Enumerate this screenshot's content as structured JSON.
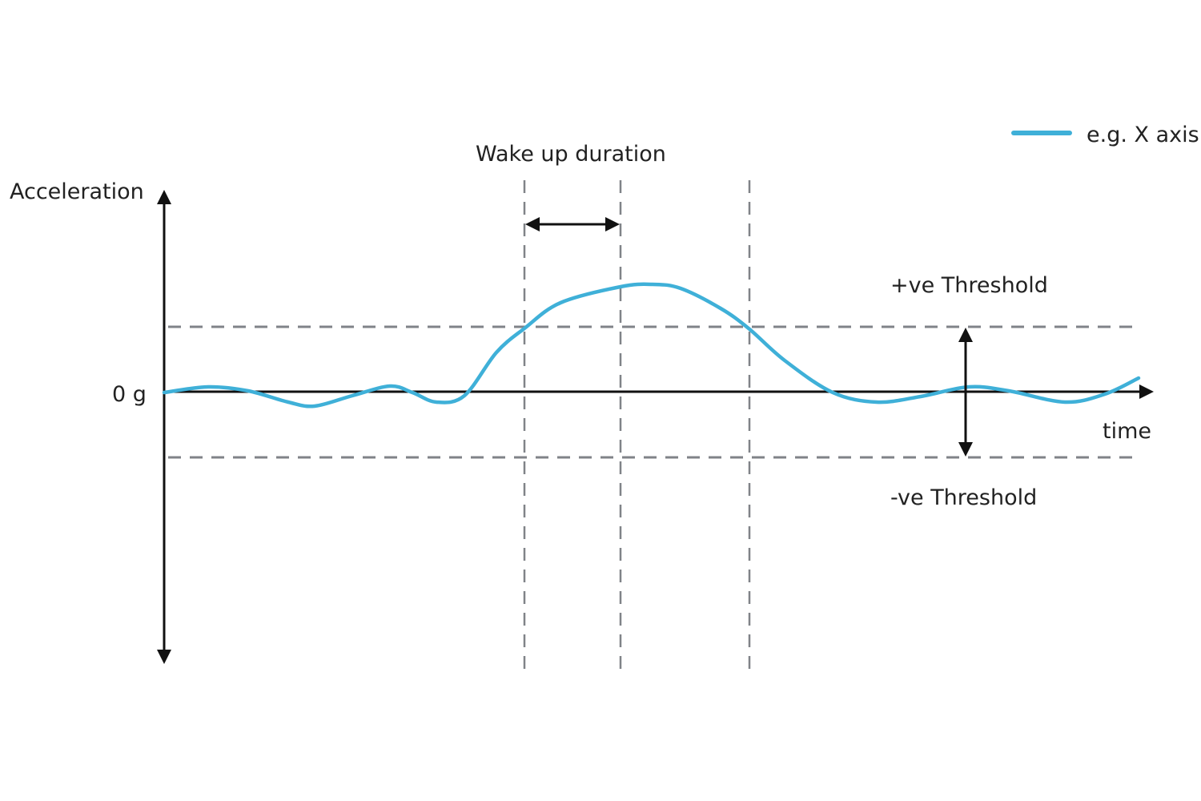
{
  "labels": {
    "y_axis": "Acceleration",
    "zero": "0 g",
    "x_axis": "time",
    "wake_up": "Wake up duration",
    "pos_threshold": "+ve Threshold",
    "neg_threshold": "-ve Threshold"
  },
  "legend": {
    "label": "e.g. X axis",
    "color": "#3fb0d8"
  },
  "colors": {
    "axis": "#111111",
    "dashed": "#808388",
    "signal": "#3fb0d8"
  }
}
